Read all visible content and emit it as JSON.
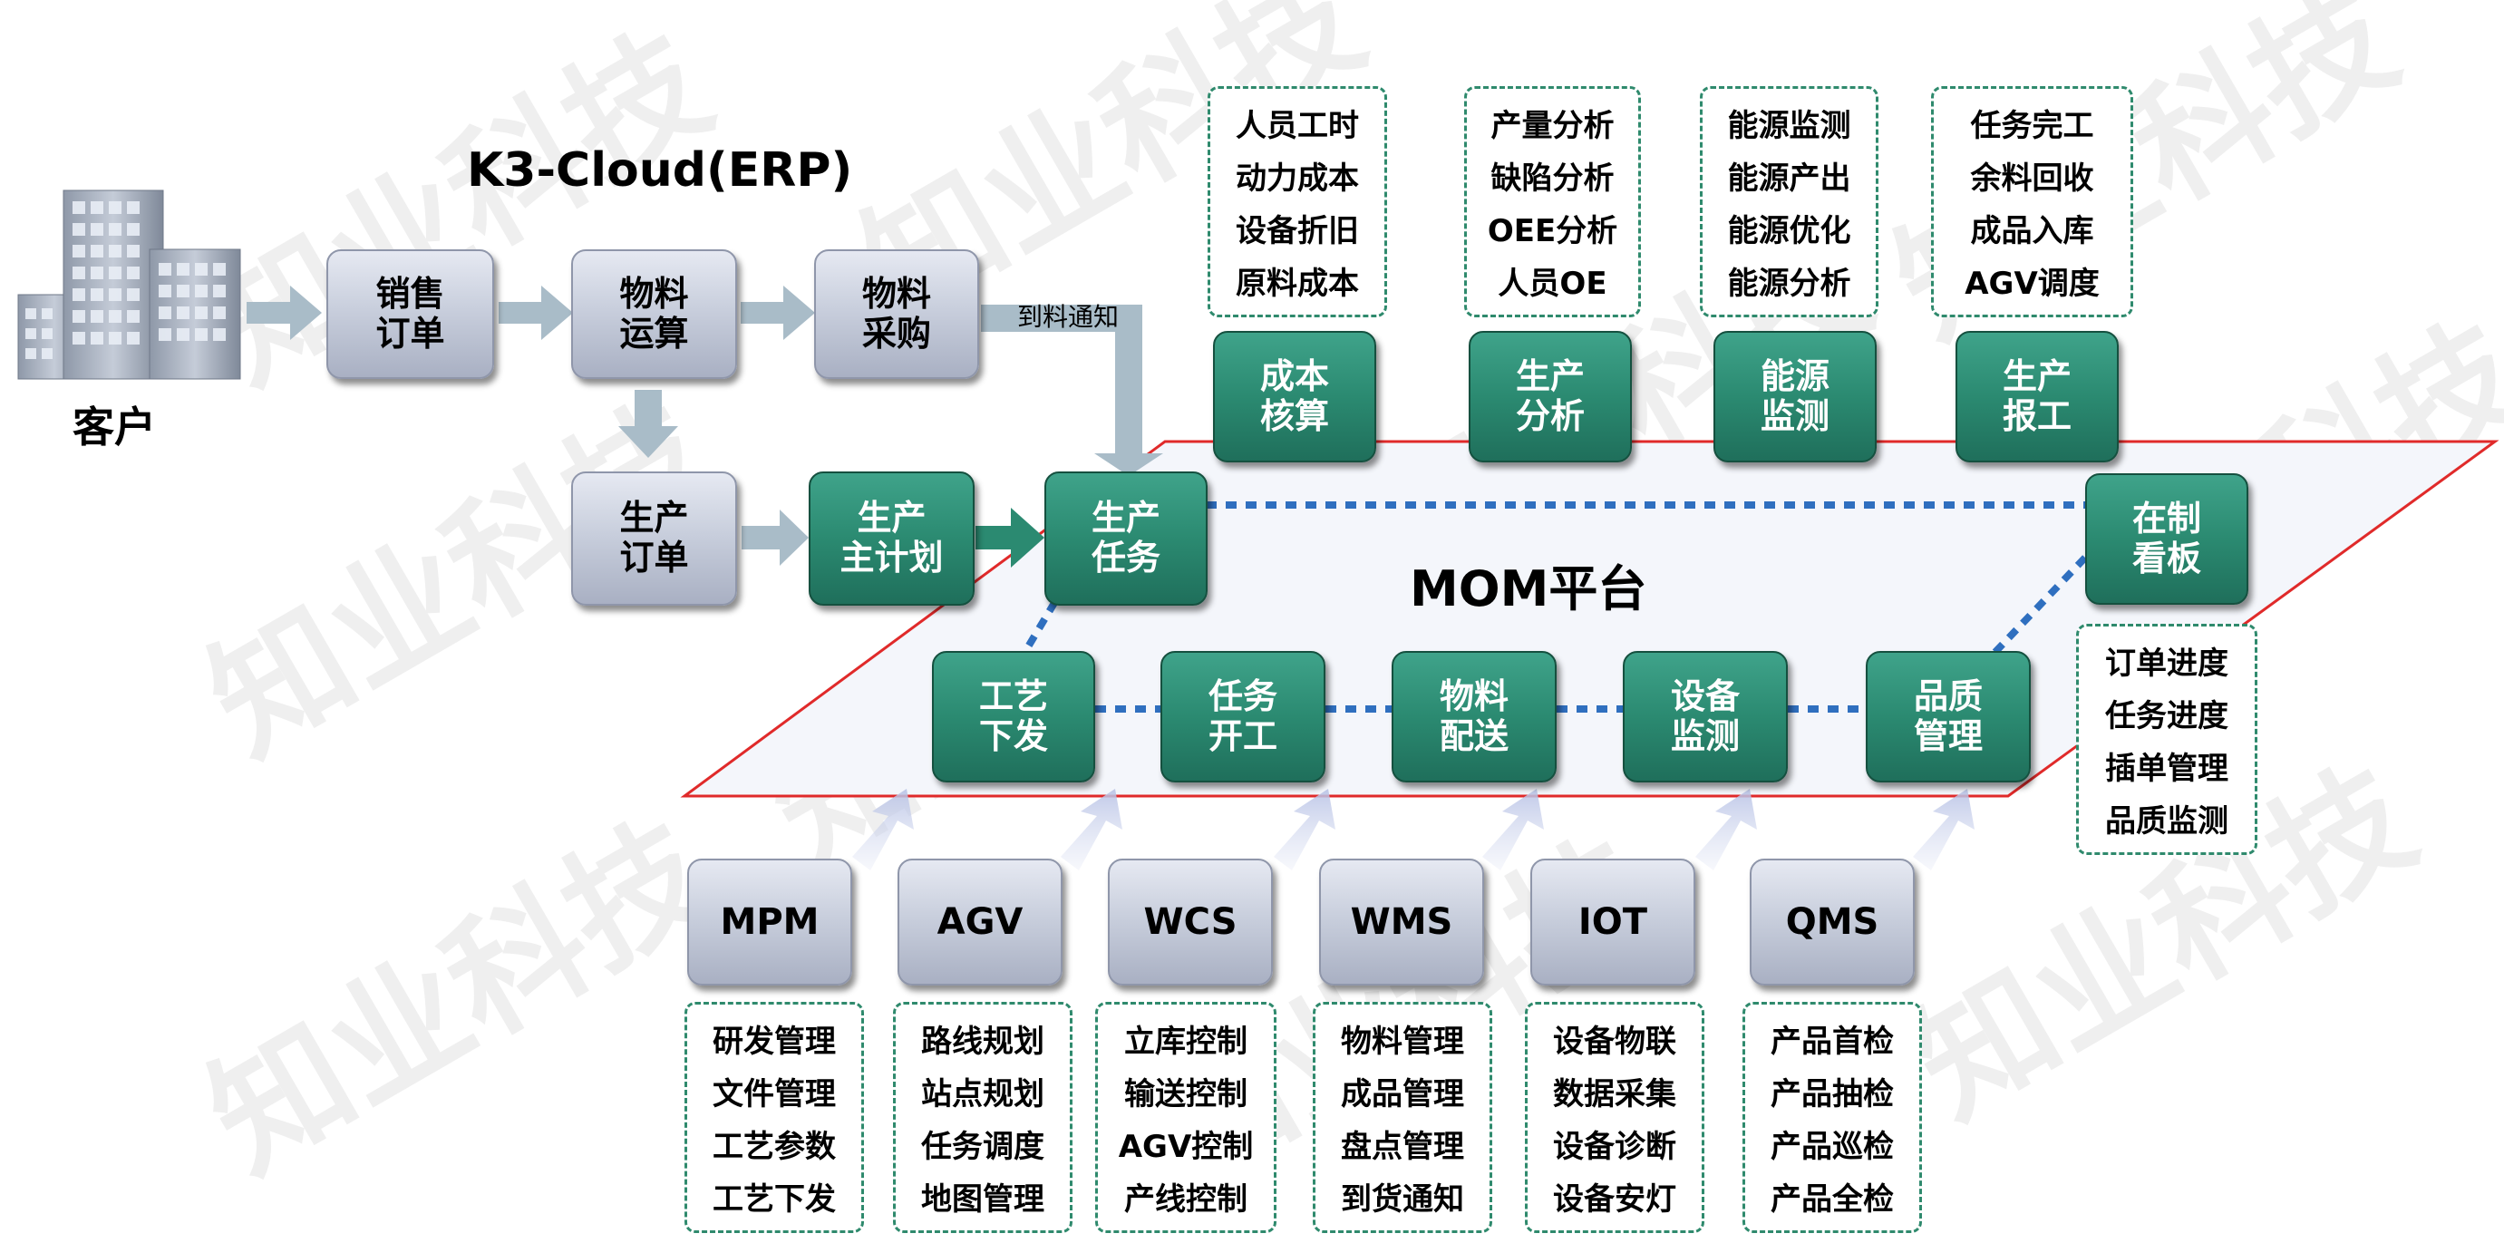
{
  "watermark": "知业科技",
  "customer": "客户",
  "erp_title": "K3-Cloud(ERP)",
  "platform_title": "MOM平台",
  "arrival_notice": "到料通知",
  "erp_flow": {
    "sales_order": "销售\n订单",
    "mrp": "物料\n运算",
    "purchase": "物料\n采购",
    "prod_order": "生产\n订单"
  },
  "mom_nodes": {
    "master_plan": "生产\n主计划",
    "prod_task": "生产\n任务",
    "cost": "成本\n核算",
    "analysis": "生产\n分析",
    "energy": "能源\n监测",
    "report": "生产\n报工",
    "wip_board": "在制\n看板",
    "process": "工艺\n下发",
    "task_start": "任务\n开工",
    "material": "物料\n配送",
    "equipment": "设备\n监测",
    "quality": "品质\n管理"
  },
  "top_lists": {
    "cost": [
      "人员工时",
      "动力成本",
      "设备折旧",
      "原料成本"
    ],
    "analysis": [
      "产量分析",
      "缺陷分析",
      "OEE分析",
      "人员OE"
    ],
    "energy": [
      "能源监测",
      "能源产出",
      "能源优化",
      "能源分析"
    ],
    "report": [
      "任务完工",
      "余料回收",
      "成品入库",
      "AGV调度"
    ]
  },
  "wip_list": [
    "订单进度",
    "任务进度",
    "插单管理",
    "品质监测"
  ],
  "systems": [
    {
      "name": "MPM",
      "items": [
        "研发管理",
        "文件管理",
        "工艺参数",
        "工艺下发"
      ]
    },
    {
      "name": "AGV",
      "items": [
        "路线规划",
        "站点规划",
        "任务调度",
        "地图管理"
      ]
    },
    {
      "name": "WCS",
      "items": [
        "立库控制",
        "输送控制",
        "AGV控制",
        "产线控制"
      ]
    },
    {
      "name": "WMS",
      "items": [
        "物料管理",
        "成品管理",
        "盘点管理",
        "到货通知"
      ]
    },
    {
      "name": "IOT",
      "items": [
        "设备物联",
        "数据采集",
        "设备诊断",
        "设备安灯"
      ]
    },
    {
      "name": "QMS",
      "items": [
        "产品首检",
        "产品抽检",
        "产品巡检",
        "产品全检"
      ]
    }
  ],
  "colors": {
    "green": "#2b8a71",
    "gray": "#c9cfdd",
    "arrow": "#a9bcc8",
    "dotted": "#2f6fbf",
    "platform_border": "#e02a2a",
    "list_border": "#2f8a6d"
  }
}
